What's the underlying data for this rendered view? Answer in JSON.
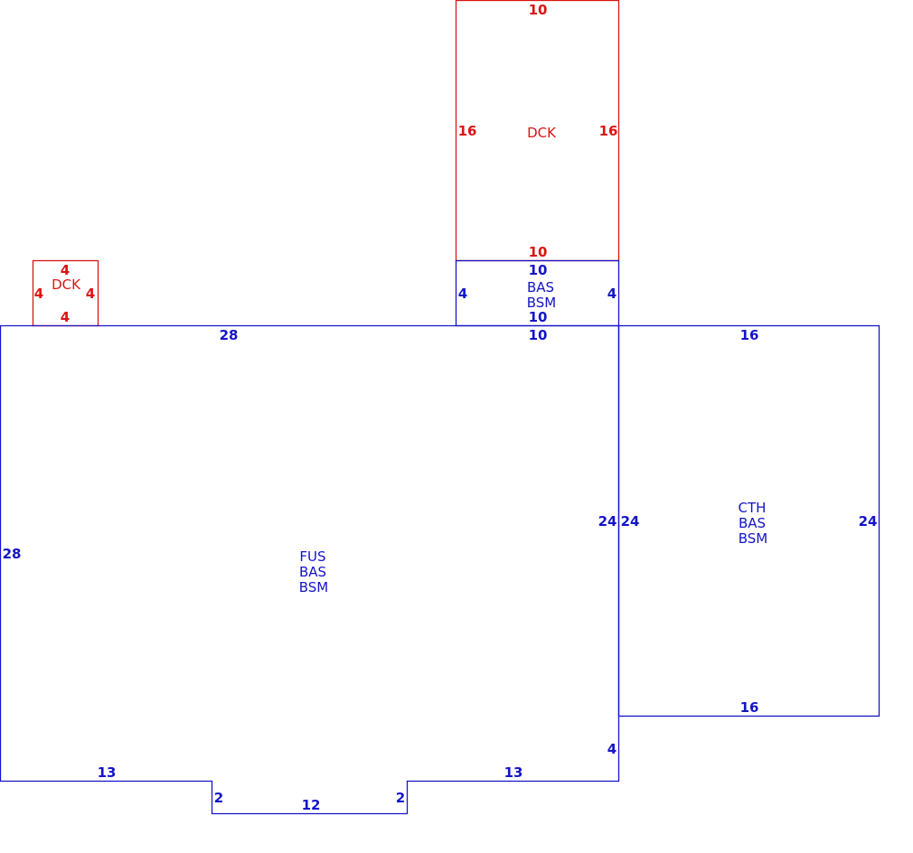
{
  "colors": {
    "main": "#1414c8",
    "deck": "#dc1414"
  },
  "areas": {
    "main": {
      "codes": [
        "FUS",
        "BAS",
        "BSM"
      ],
      "dims": {
        "top": "28",
        "left": "28",
        "right": "24",
        "right_lower": "4",
        "bottom_left": "13",
        "bottom_right": "13",
        "notch_left": "2",
        "notch_right": "2",
        "notch_bottom": "12"
      }
    },
    "small_addition": {
      "codes": [
        "BAS",
        "BSM"
      ],
      "dims": {
        "top": "10",
        "bottom": "10",
        "left": "4",
        "right": "4"
      }
    },
    "east_wing": {
      "codes": [
        "CTH",
        "BAS",
        "BSM"
      ],
      "dims": {
        "top": "16",
        "bottom": "16",
        "left": "24",
        "right": "24"
      }
    },
    "top_deck": {
      "code": "DCK",
      "dims": {
        "top": "10",
        "bottom": "10",
        "left": "16",
        "right": "16"
      }
    },
    "small_deck": {
      "code": "DCK",
      "dims": {
        "top": "4",
        "bottom": "4",
        "left": "4",
        "right": "4"
      }
    }
  },
  "extra_labels": {
    "main_top_right": "10"
  }
}
